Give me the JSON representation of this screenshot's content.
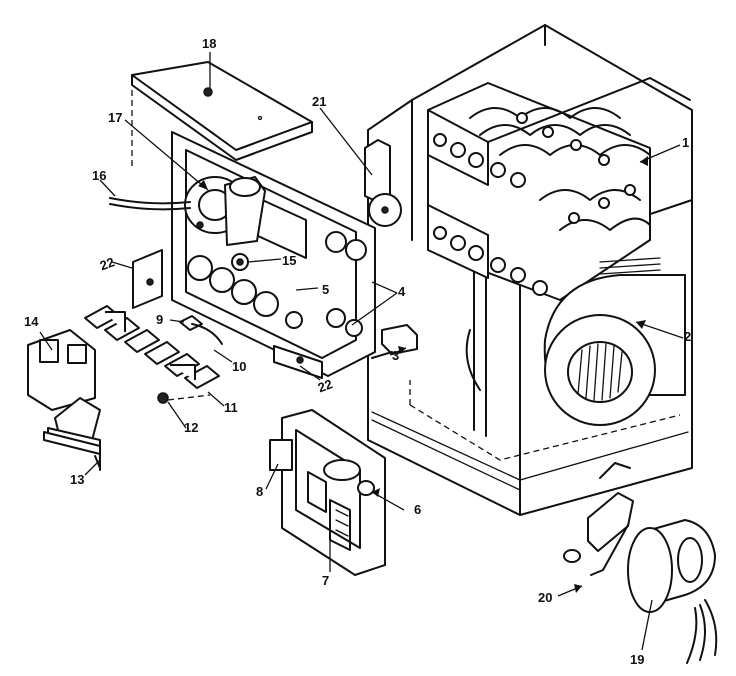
{
  "diagram": {
    "type": "exploded-parts-view",
    "callouts": [
      {
        "id": "1",
        "label": "1"
      },
      {
        "id": "2",
        "label": "2"
      },
      {
        "id": "3",
        "label": "3"
      },
      {
        "id": "4",
        "label": "4"
      },
      {
        "id": "5",
        "label": "5"
      },
      {
        "id": "6",
        "label": "6"
      },
      {
        "id": "7",
        "label": "7"
      },
      {
        "id": "8",
        "label": "8"
      },
      {
        "id": "9",
        "label": "9"
      },
      {
        "id": "10",
        "label": "10"
      },
      {
        "id": "11",
        "label": "11"
      },
      {
        "id": "12",
        "label": "12"
      },
      {
        "id": "13",
        "label": "13"
      },
      {
        "id": "14",
        "label": "14"
      },
      {
        "id": "15",
        "label": "15"
      },
      {
        "id": "16",
        "label": "16"
      },
      {
        "id": "17",
        "label": "17"
      },
      {
        "id": "18",
        "label": "18"
      },
      {
        "id": "19",
        "label": "19"
      },
      {
        "id": "20",
        "label": "20"
      },
      {
        "id": "21",
        "label": "21"
      },
      {
        "id": "22",
        "label": "22"
      }
    ]
  }
}
